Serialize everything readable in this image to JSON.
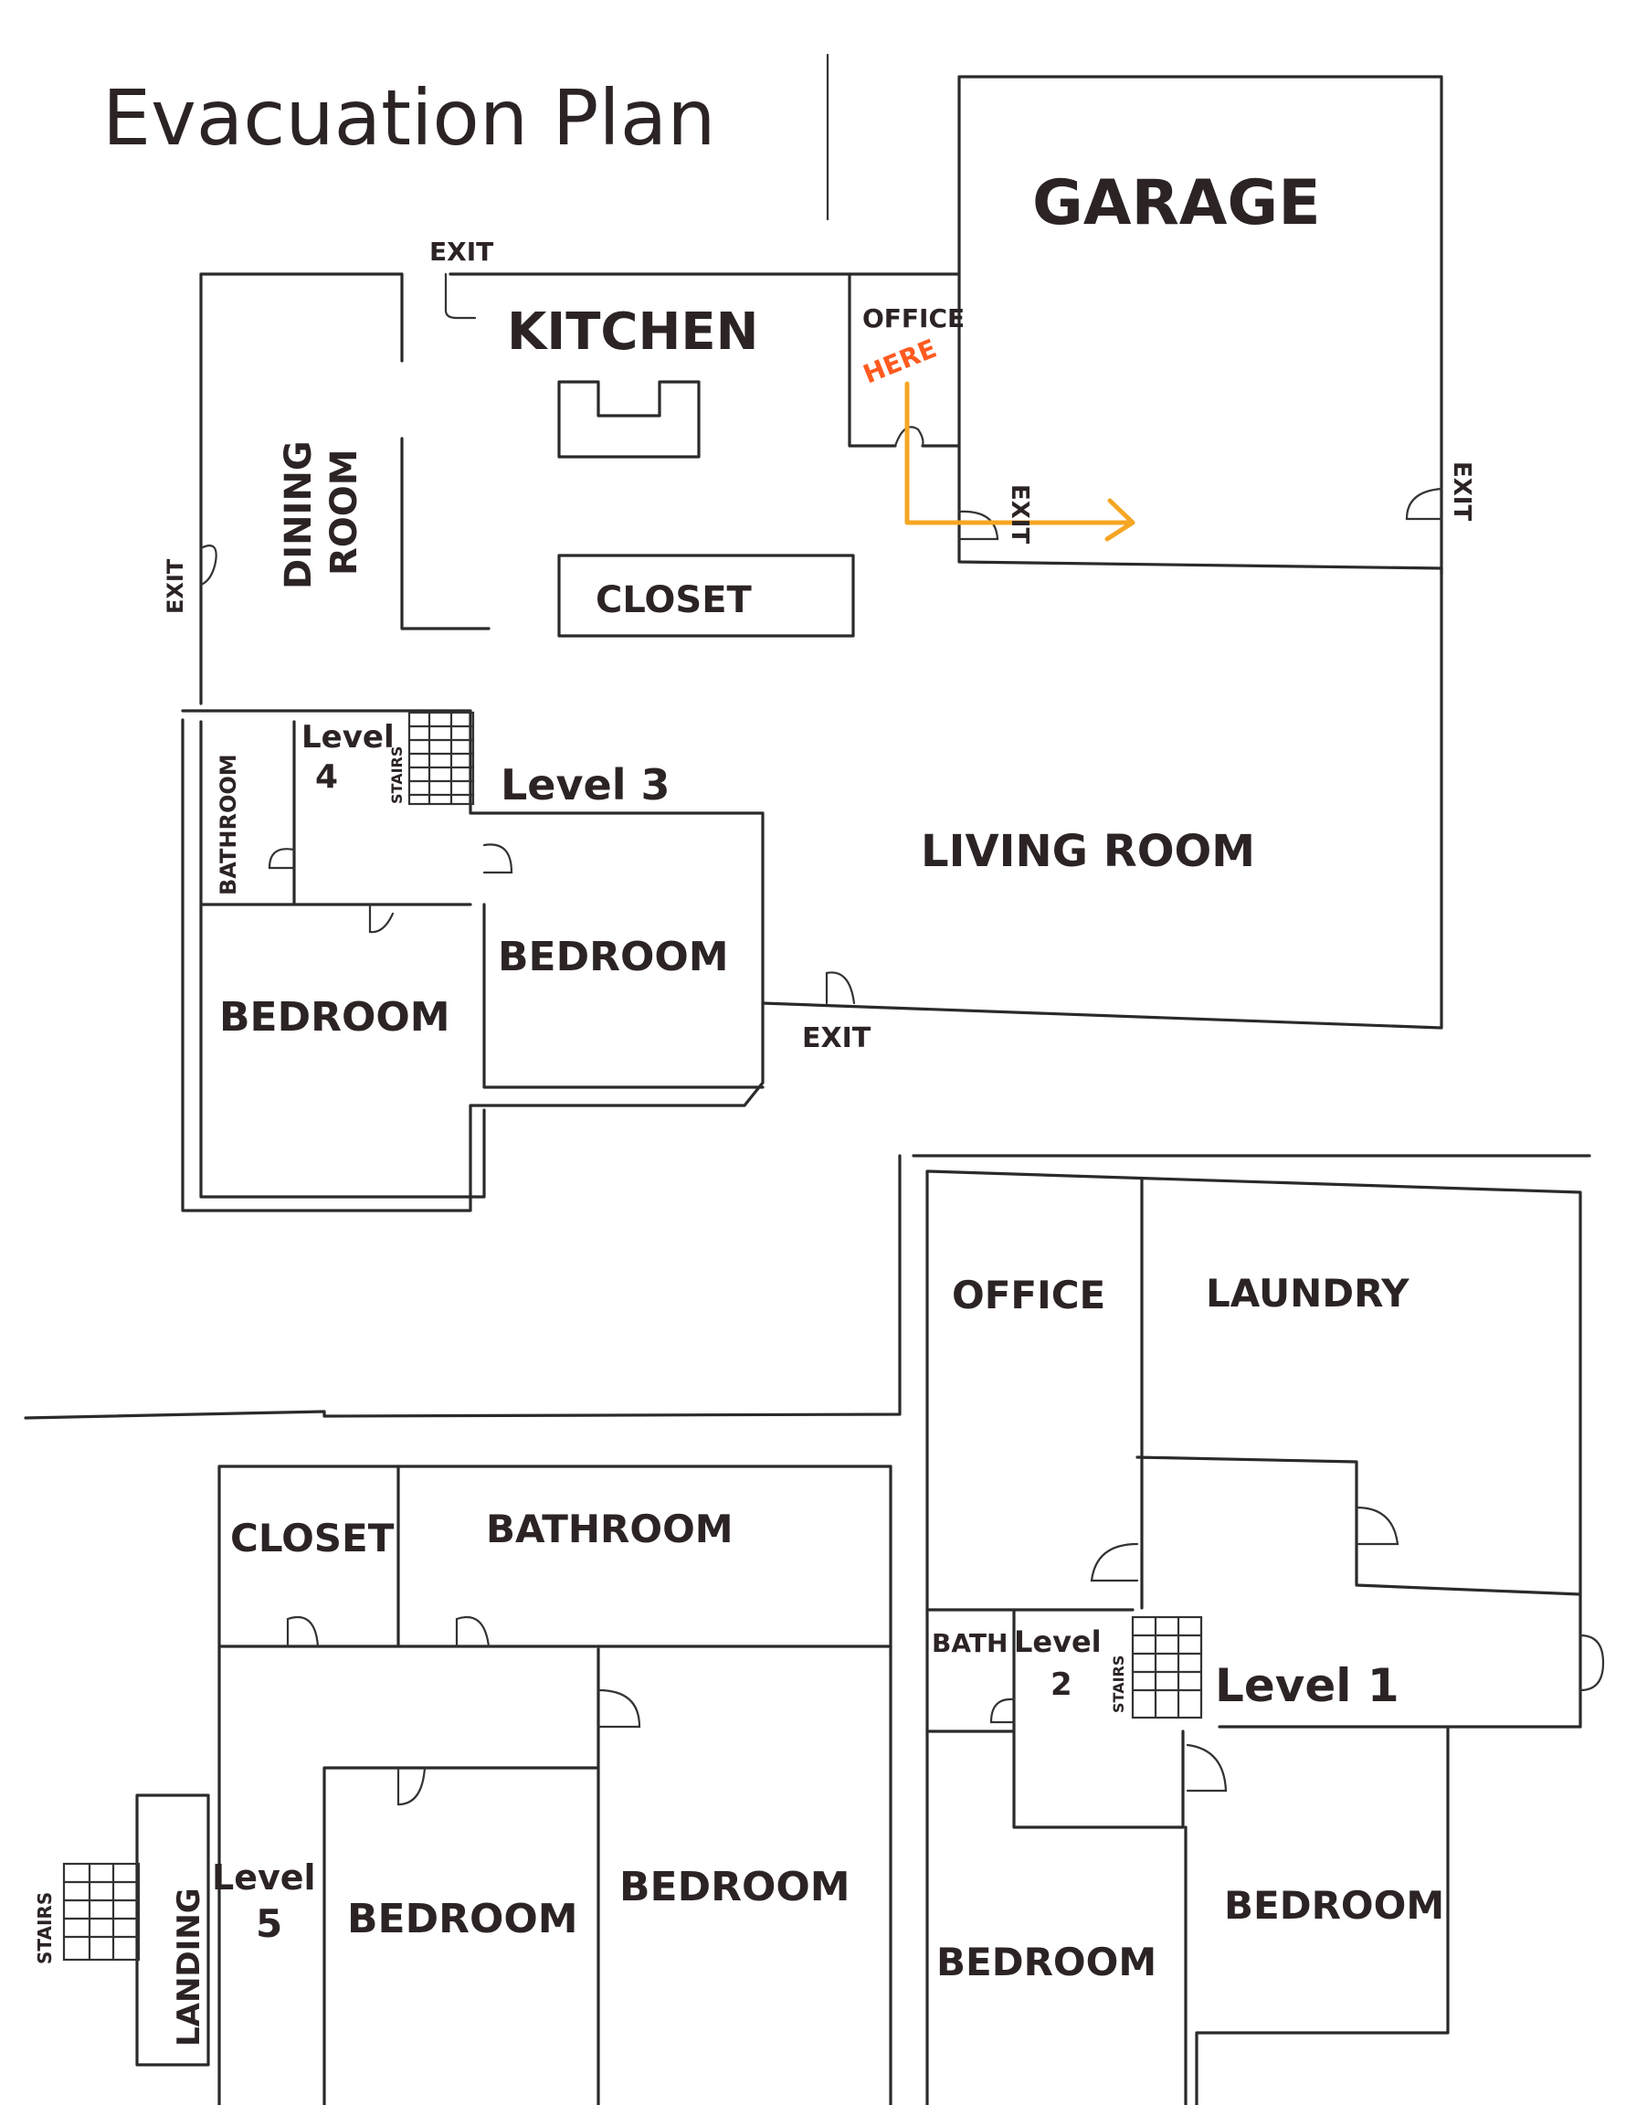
{
  "title": "Evacuation Plan",
  "upper_floor": {
    "rooms": {
      "garage": "GARAGE",
      "kitchen": "KITCHEN",
      "office": "OFFICE",
      "dining_room_line1": "DINING",
      "dining_room_line2": "ROOM",
      "closet": "CLOSET",
      "living_room": "LIVING ROOM",
      "bathroom": "BATHROOM",
      "bedroom_left": "BEDROOM",
      "bedroom_right": "BEDROOM",
      "stairs": "STAIRS"
    },
    "levels": {
      "level_3": "Level 3",
      "level_4_line1": "Level",
      "level_4_line2": "4"
    },
    "exits": {
      "kitchen": "EXIT",
      "dining": "EXIT",
      "office_garage": "EXIT",
      "garage_right": "EXIT",
      "living": "EXIT"
    },
    "marker": "HERE"
  },
  "lower_left": {
    "rooms": {
      "closet": "CLOSET",
      "bathroom": "BATHROOM",
      "bedroom_left": "BEDROOM",
      "bedroom_right": "BEDROOM",
      "landing": "LANDING",
      "stairs": "STAIRS"
    },
    "levels": {
      "level_5_line1": "Level",
      "level_5_line2": "5"
    }
  },
  "lower_right": {
    "rooms": {
      "office": "OFFICE",
      "laundry": "LAUNDRY",
      "bath": "BATH",
      "bedroom_left": "BEDROOM",
      "bedroom_right": "BEDROOM",
      "stairs": "STAIRS"
    },
    "levels": {
      "level_1": "Level 1",
      "level_2_line1": "Level",
      "level_2_line2": "2"
    }
  },
  "colors": {
    "ink": "#2c2424",
    "route": "#f5a623",
    "marker": "#ff5a1f"
  }
}
